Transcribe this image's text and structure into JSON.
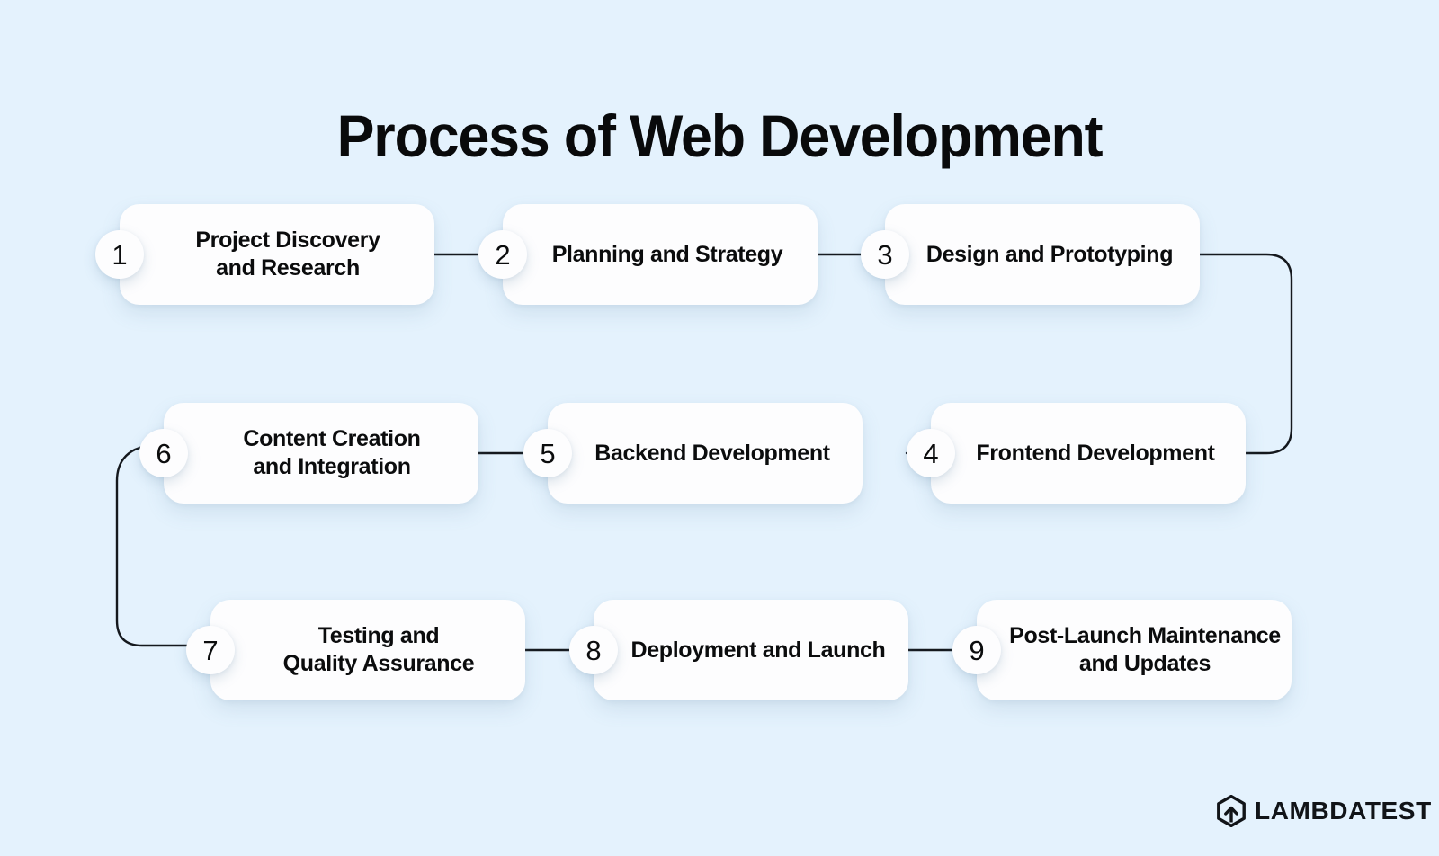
{
  "page": {
    "title": "Process of Web Development",
    "background_color": "#e4f2fd",
    "card_color": "#fdfdfe",
    "text_color": "#0b0c0d",
    "connector_color": "#14181d"
  },
  "steps": [
    {
      "number": "1",
      "label": "Project Discovery\nand Research"
    },
    {
      "number": "2",
      "label": "Planning and Strategy"
    },
    {
      "number": "3",
      "label": "Design and Prototyping"
    },
    {
      "number": "4",
      "label": "Frontend Development"
    },
    {
      "number": "5",
      "label": "Backend Development"
    },
    {
      "number": "6",
      "label": "Content Creation\nand Integration"
    },
    {
      "number": "7",
      "label": "Testing and\nQuality Assurance"
    },
    {
      "number": "8",
      "label": "Deployment and Launch"
    },
    {
      "number": "9",
      "label": "Post-Launch Maintenance\nand Updates"
    }
  ],
  "brand": {
    "name": "LAMBDATEST",
    "mark": "hexagon-arrow-logo"
  }
}
